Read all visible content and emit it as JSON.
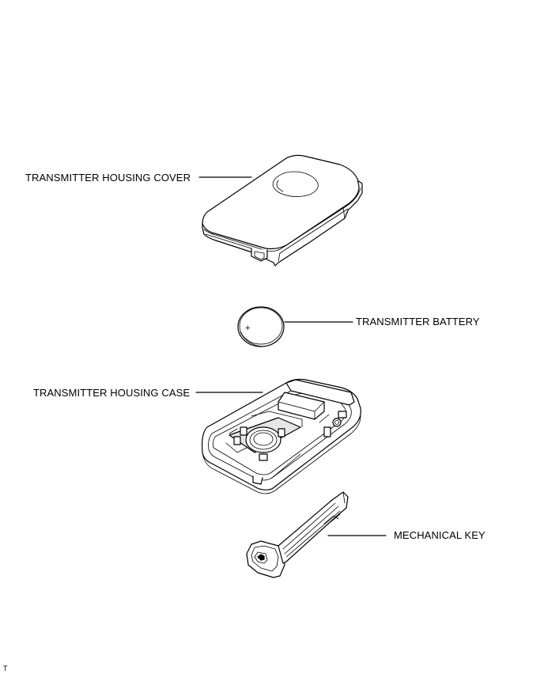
{
  "labels": {
    "cover": "TRANSMITTER HOUSING COVER",
    "battery": "TRANSMITTER BATTERY",
    "case": "TRANSMITTER HOUSING CASE",
    "key": "MECHANICAL KEY",
    "battery_mark": "+",
    "footer": "T"
  }
}
